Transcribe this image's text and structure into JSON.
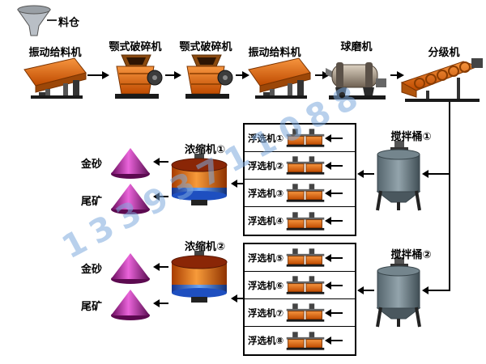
{
  "watermark": "13393711088",
  "colors": {
    "machine_orange": "#e06818",
    "dark_metal": "#3c3c3c",
    "cone_magenta": "#d040c0",
    "thickener_blue": "#2a62d8",
    "watermark_blue": "#7daadc"
  },
  "diagram": {
    "silo": {
      "label": "料仓"
    },
    "top_machines": [
      {
        "label": "振动给料机"
      },
      {
        "label": "颚式破碎机"
      },
      {
        "label": "颚式破碎机"
      },
      {
        "label": "振动给料机"
      },
      {
        "label": "球磨机"
      },
      {
        "label": "分级机"
      }
    ],
    "circuit1": {
      "agitation": "搅拌桶①",
      "flotation": [
        "浮选机①",
        "浮选机②",
        "浮选机③",
        "浮选机④"
      ],
      "thickener": "浓缩机①",
      "gold": "金砂",
      "tailings": "尾矿"
    },
    "circuit2": {
      "agitation": "搅拌桶②",
      "flotation": [
        "浮选机⑤",
        "浮选机⑥",
        "浮选机⑦",
        "浮选机⑧"
      ],
      "thickener": "浓缩机②",
      "gold": "金砂",
      "tailings": "尾矿"
    }
  }
}
